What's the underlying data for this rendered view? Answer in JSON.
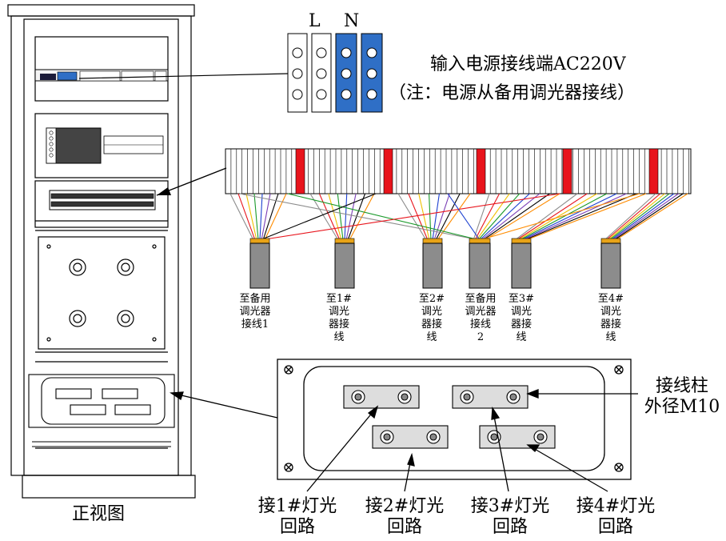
{
  "power": {
    "phase_L": "L",
    "phase_N": "N",
    "title": "输入电源接线端AC220V",
    "note": "（注：电源从备用调光器接线）"
  },
  "cable_labels": [
    "至备用\n调光器\n接线1",
    "至1#\n调光\n器接\n线",
    "至2#\n调光\n器接\n线",
    "至备用\n调光器\n接线\n2",
    "至3#\n调光\n器接\n线",
    "至4#\n调光\n器接\n线"
  ],
  "front_view_label": "正视图",
  "post_note": "接线柱\n外径M10",
  "circuits": [
    "接1#灯光\n回路",
    "接2#灯光\n回路",
    "接3#灯光\n回路",
    "接4#灯光\n回路"
  ],
  "colors": {
    "blue_terminal": "#2f6fc6",
    "red_separator": "#e8141c",
    "cable_gray": "#8c8c8c",
    "cable_tip": "#e8a317"
  }
}
